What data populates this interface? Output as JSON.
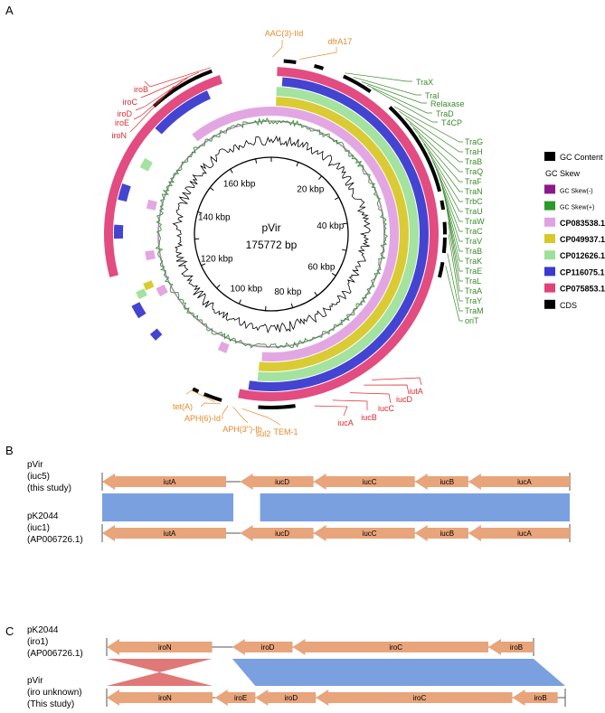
{
  "panel_labels": {
    "a": "A",
    "b": "B",
    "c": "C"
  },
  "ring_map": {
    "plasmid_name": "pVir",
    "plasmid_size": "175772 bp",
    "kbp_ticks": [
      {
        "label": "20 kbp",
        "kb": 20
      },
      {
        "label": "40 kbp",
        "kb": 40
      },
      {
        "label": "60 kbp",
        "kb": 60
      },
      {
        "label": "80 kbp",
        "kb": 80
      },
      {
        "label": "100 kbp",
        "kb": 100
      },
      {
        "label": "120 kbp",
        "kb": 120
      },
      {
        "label": "140 kbp",
        "kb": 140
      },
      {
        "label": "160 kbp",
        "kb": 160
      }
    ],
    "total_kb": 175.772,
    "rings": [
      {
        "name": "CP075853.1",
        "color": "#e0427a",
        "coverage_kb": [
          [
            1,
            93.5
          ],
          [
            124.5,
            167
          ]
        ]
      },
      {
        "name": "CP116075.1",
        "color": "#3a3ad0",
        "coverage_kb": [
          [
            2,
            92
          ],
          [
            111,
            112.5
          ],
          [
            116,
            118.5
          ],
          [
            131,
            133.5
          ],
          [
            138,
            141
          ],
          [
            152.5,
            164
          ]
        ]
      },
      {
        "name": "CP012626.1",
        "color": "#9ee09a",
        "coverage_kb": [
          [
            1,
            90.5
          ],
          [
            119,
            120.5
          ],
          [
            145,
            147
          ]
        ]
      },
      {
        "name": "CP049937.1",
        "color": "#d8c82a",
        "coverage_kb": [
          [
            1,
            90.5
          ],
          [
            120,
            121.5
          ]
        ]
      },
      {
        "name": "CP083538.1",
        "color": "#e0a2e0",
        "coverage_kb": [
          [
            0,
            90
          ],
          [
            98,
            100
          ],
          [
            117.5,
            119.5
          ],
          [
            126,
            128
          ],
          [
            137.5,
            139.5
          ],
          [
            157,
            175.772
          ]
        ]
      }
    ],
    "cds_arcs_kb": [
      [
        2,
        4
      ],
      [
        7,
        8.5
      ],
      [
        12,
        17
      ],
      [
        21,
        37
      ],
      [
        38.5,
        40
      ],
      [
        42,
        44
      ],
      [
        44.5,
        47
      ],
      [
        48.5,
        51
      ],
      [
        84,
        90
      ],
      [
        96,
        99
      ],
      [
        100,
        101
      ],
      [
        155,
        166
      ]
    ],
    "gene_labels": {
      "resistance": {
        "color": "#e8892a",
        "items": [
          {
            "text": "AAC(3)-IId",
            "kb": 176.0
          },
          {
            "text": "dfrA17",
            "kb": 4.5
          },
          {
            "text": "tet(A)",
            "kb": 97.0
          },
          {
            "text": "APH(6)-Id",
            "kb": 96.0
          },
          {
            "text": "APH(3'')-Ib",
            "kb": 94.8
          },
          {
            "text": "sul2",
            "kb": 94.0
          },
          {
            "text": "TEM-1",
            "kb": 92.5
          }
        ]
      },
      "virulence": {
        "color": "#e02a30",
        "items": [
          {
            "text": "iroB",
            "kb": 166.0
          },
          {
            "text": "iroC",
            "kb": 164.0
          },
          {
            "text": "iroD",
            "kb": 162.0
          },
          {
            "text": "iroE",
            "kb": 161.0
          },
          {
            "text": "iroN",
            "kb": 159.5
          },
          {
            "text": "iutA",
            "kb": 71.0
          },
          {
            "text": "iucD",
            "kb": 72.5
          },
          {
            "text": "iucC",
            "kb": 75.0
          },
          {
            "text": "iucB",
            "kb": 78.0
          },
          {
            "text": "iucA",
            "kb": 81.0
          }
        ]
      },
      "transfer": {
        "color": "#3a8a2a",
        "items": [
          {
            "text": "TraX",
            "kb": 12.0
          },
          {
            "text": "TraI",
            "kb": 13.5
          },
          {
            "text": "Relaxase",
            "kb": 15.0
          },
          {
            "text": "TraD",
            "kb": 16.0
          },
          {
            "text": "T4CP",
            "kb": 17.0
          },
          {
            "text": "TraG",
            "kb": 21.5
          },
          {
            "text": "TraH",
            "kb": 22.5
          },
          {
            "text": "TraB",
            "kb": 24.0
          },
          {
            "text": "TraQ",
            "kb": 25.0
          },
          {
            "text": "TraF",
            "kb": 26.0
          },
          {
            "text": "TraN",
            "kb": 27.5
          },
          {
            "text": "TrbC",
            "kb": 29.0
          },
          {
            "text": "TraU",
            "kb": 30.5
          },
          {
            "text": "TraW",
            "kb": 32.0
          },
          {
            "text": "TraC",
            "kb": 33.5
          },
          {
            "text": "TraV",
            "kb": 35.0
          },
          {
            "text": "TraB",
            "kb": 36.0
          },
          {
            "text": "TraK",
            "kb": 37.0
          },
          {
            "text": "TraE",
            "kb": 38.5
          },
          {
            "text": "TraL",
            "kb": 40.0
          },
          {
            "text": "TraA",
            "kb": 42.0
          },
          {
            "text": "TraY",
            "kb": 44.0
          },
          {
            "text": "TraM",
            "kb": 47.0
          },
          {
            "text": "oriT",
            "kb": 49.0
          }
        ]
      }
    }
  },
  "legend": {
    "items": [
      {
        "label": "GC Content",
        "color": "#000000",
        "size": "normal"
      },
      {
        "label": "GC Skew",
        "color": "",
        "size": "header"
      },
      {
        "label": "GC Skew(-)",
        "color": "#8a1a8a",
        "size": "small"
      },
      {
        "label": "GC Skew(+)",
        "color": "#2a9a2a",
        "size": "small"
      },
      {
        "label": "CP083538.1",
        "color": "#e0a2e0",
        "size": "bold"
      },
      {
        "label": "CP049937.1",
        "color": "#d8c82a",
        "size": "bold"
      },
      {
        "label": "CP012626.1",
        "color": "#9ee09a",
        "size": "bold"
      },
      {
        "label": "CP116075.1",
        "color": "#3a3ad0",
        "size": "bold"
      },
      {
        "label": "CP075853.1",
        "color": "#e0427a",
        "size": "bold"
      },
      {
        "label": "CDS",
        "color": "#000000",
        "size": "normal"
      }
    ]
  },
  "panel_b": {
    "gene_color": "#e8a47a",
    "link_color": "#7aa0e0",
    "top": {
      "lines": [
        "pVir",
        "(iuc5)",
        "(this study)"
      ],
      "genes": [
        {
          "name": "iutA",
          "len": 2.2
        },
        {
          "name": "iucD",
          "len": 1.3
        },
        {
          "name": "iucC",
          "len": 1.8
        },
        {
          "name": "iucB",
          "len": 0.95
        },
        {
          "name": "iucA",
          "len": 1.8
        }
      ],
      "gaps": [
        0.25,
        0,
        0,
        0
      ]
    },
    "bottom": {
      "lines": [
        "pK2044",
        "(iuc1)",
        "(AP006726.1)"
      ],
      "genes": [
        {
          "name": "iutA",
          "len": 2.2
        },
        {
          "name": "iucD",
          "len": 1.3
        },
        {
          "name": "iucC",
          "len": 1.8
        },
        {
          "name": "iucB",
          "len": 0.95
        },
        {
          "name": "iucA",
          "len": 1.8
        }
      ],
      "gaps": [
        0.25,
        0,
        0,
        0
      ]
    }
  },
  "panel_c": {
    "gene_color": "#e8a47a",
    "link_same_color": "#7aa0e0",
    "link_inv_color": "#e07878",
    "top": {
      "lines": [
        "pK2044",
        "(iro1)",
        "(AP006726.1)"
      ],
      "genes": [
        {
          "name": "iroN",
          "len": 2.1
        },
        {
          "name": "iroD",
          "len": 1.2
        },
        {
          "name": "iroC",
          "len": 3.9
        },
        {
          "name": "iroB",
          "len": 0.9
        }
      ],
      "gaps": [
        0.4,
        0,
        0
      ]
    },
    "bottom": {
      "lines": [
        "pVir",
        "(iro unknown)",
        "(This study)"
      ],
      "genes": [
        {
          "name": "iroN",
          "len": 2.1
        },
        {
          "name": "iroE",
          "len": 0.8
        },
        {
          "name": "iroD",
          "len": 1.2
        },
        {
          "name": "iroC",
          "len": 3.9
        },
        {
          "name": "iroB",
          "len": 0.9
        }
      ],
      "gaps": [
        0.05,
        0,
        0,
        0
      ]
    }
  }
}
